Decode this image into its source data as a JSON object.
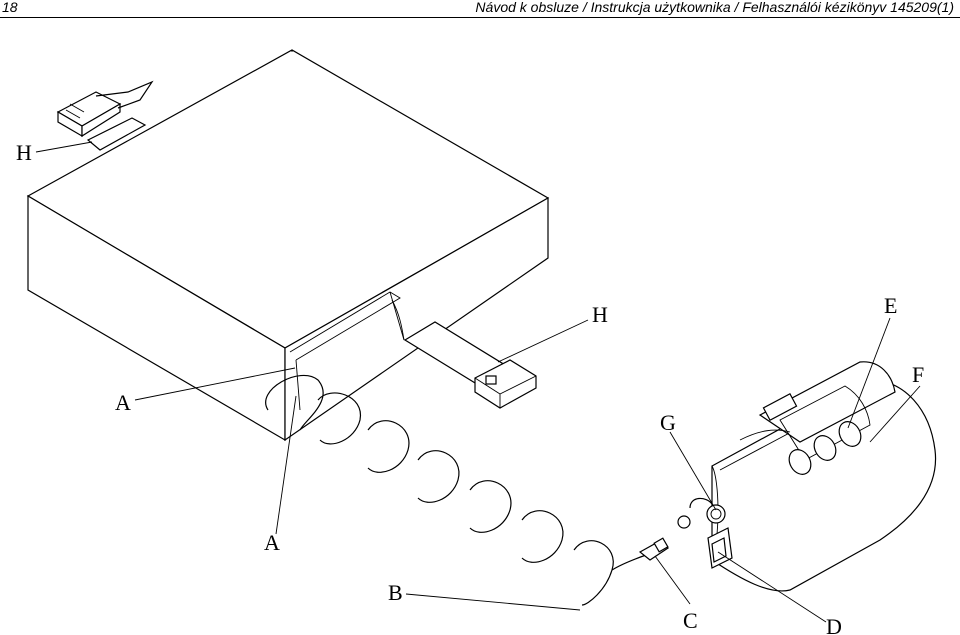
{
  "header": {
    "page_number": "18",
    "title": "Návod k obsluze / Instrukcja użytkownika / Felhasználói kézikönyv 145209(1)"
  },
  "figure": {
    "callouts": {
      "h_top": "H",
      "h_right": "H",
      "e": "E",
      "f": "F",
      "a_upper": "A",
      "g": "G",
      "a_lower": "A",
      "b": "B",
      "c": "C",
      "d": "D"
    }
  }
}
